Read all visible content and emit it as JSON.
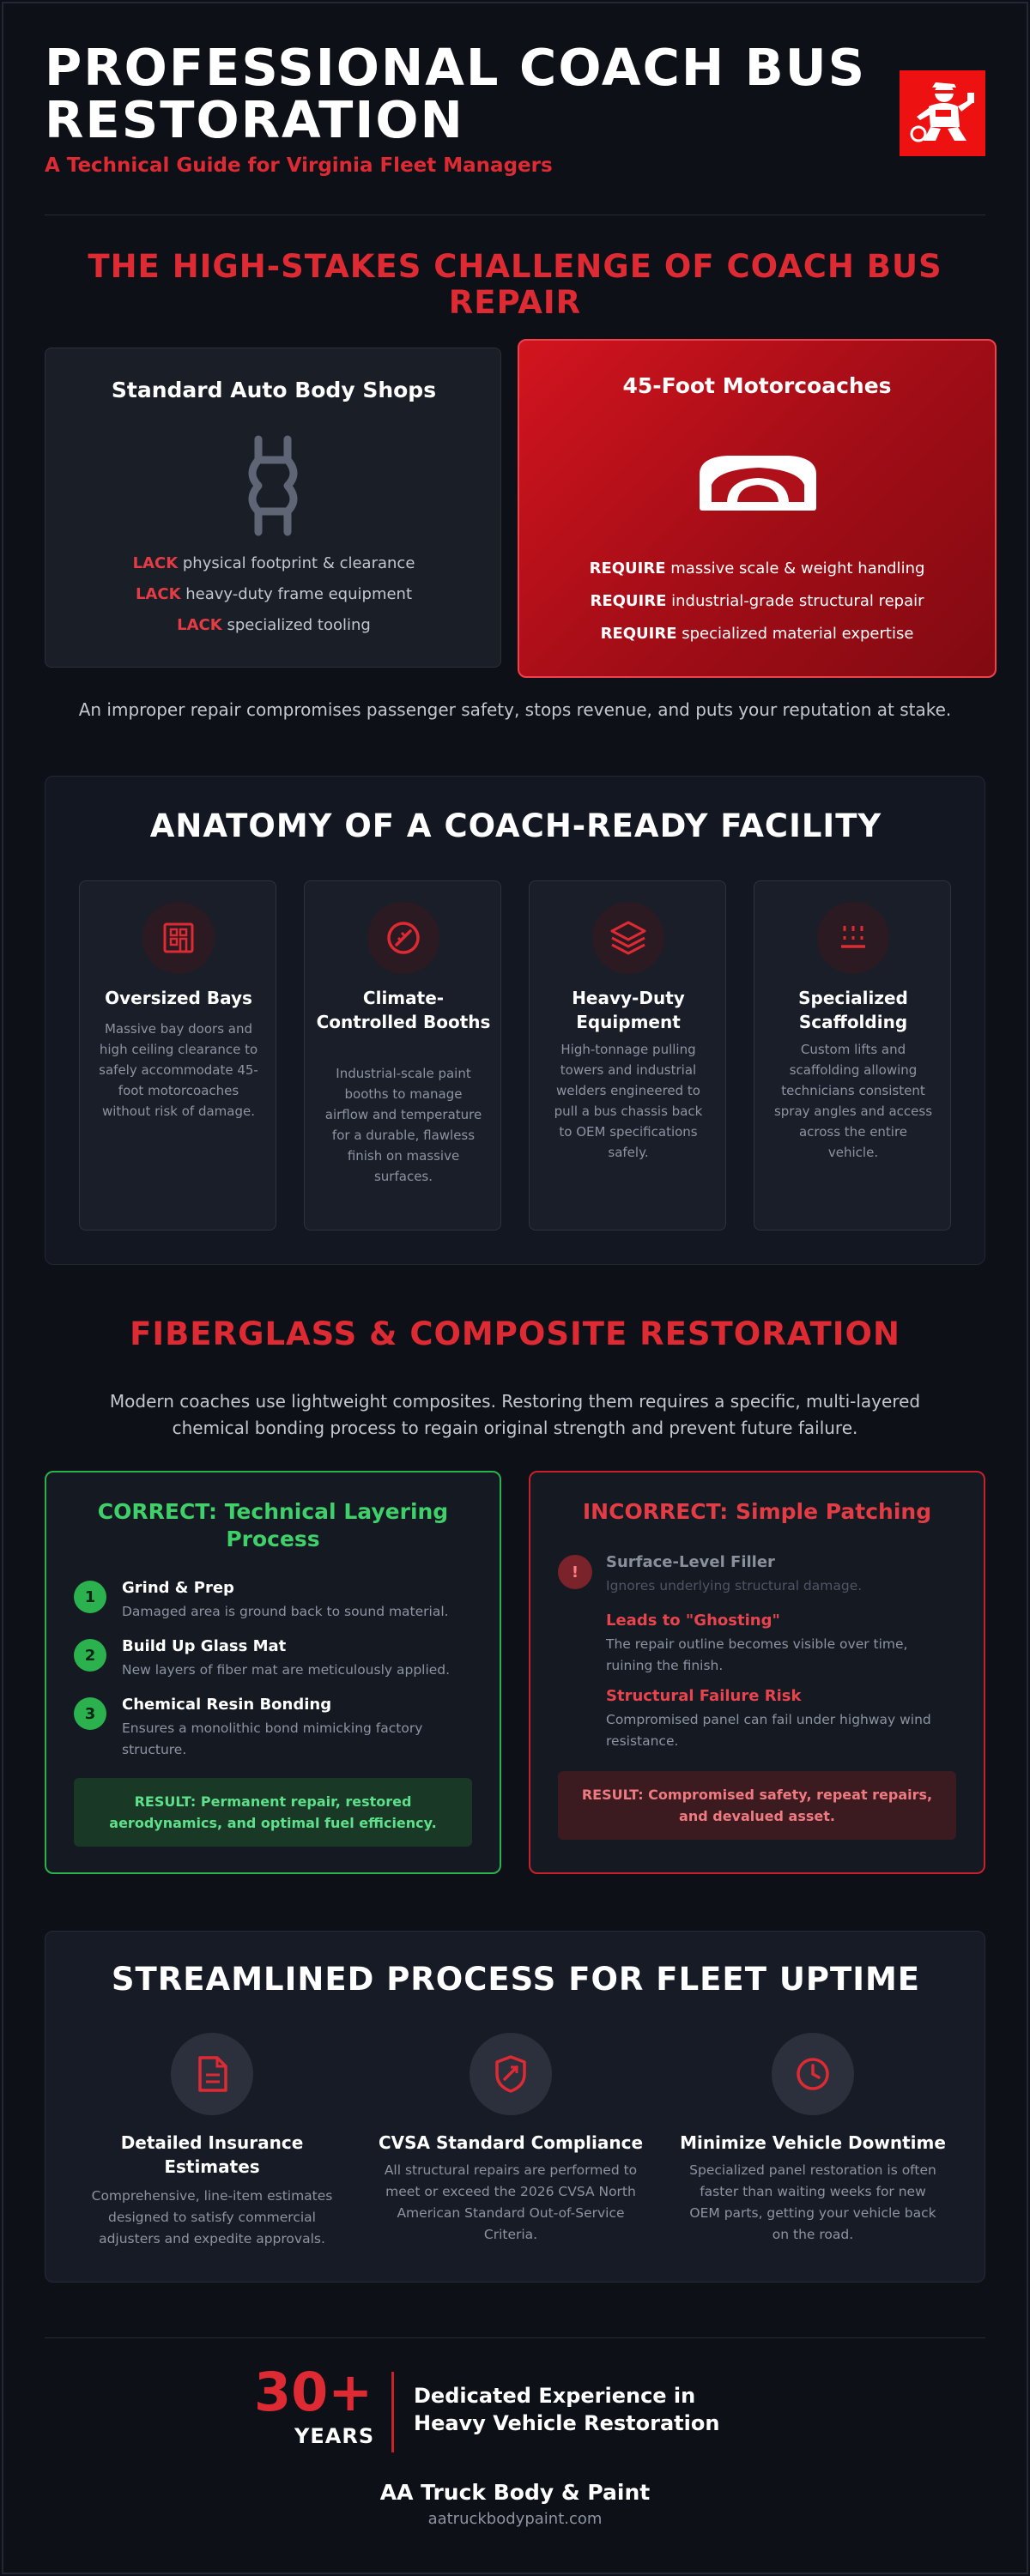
{
  "header": {
    "title": "PROFESSIONAL COACH BUS RESTORATION",
    "subtitle": "A Technical Guide for Virginia Fleet Managers",
    "logo_icon": "mascot-logo-icon"
  },
  "challenge": {
    "title": "THE HIGH-STAKES CHALLENGE OF COACH BUS REPAIR",
    "shops_card": {
      "title": "Standard Auto Body Shops",
      "icon": "wrench-icon",
      "lines": [
        {
          "keyword": "LACK",
          "text": "physical footprint & clearance"
        },
        {
          "keyword": "LACK",
          "text": "heavy-duty frame equipment"
        },
        {
          "keyword": "LACK",
          "text": "specialized tooling"
        }
      ]
    },
    "coach_card": {
      "title": "45-Foot Motorcoaches",
      "icon": "bus-icon",
      "lines": [
        {
          "keyword": "REQUIRE",
          "text": "massive scale & weight handling"
        },
        {
          "keyword": "REQUIRE",
          "text": "industrial-grade structural repair"
        },
        {
          "keyword": "REQUIRE",
          "text": "specialized material expertise"
        }
      ]
    },
    "stakes_text": "An improper repair compromises passenger safety, stops revenue, and puts your reputation at stake."
  },
  "anatomy": {
    "title": "ANATOMY OF A COACH-READY FACILITY",
    "features": [
      {
        "title": "Oversized Bays",
        "icon": "building-icon",
        "desc": "Massive bay doors and high ceiling clearance to safely accommodate 45-foot motorcoaches without risk of damage."
      },
      {
        "title": "Climate-Controlled Booths",
        "icon": "spray-gauge-icon",
        "desc": "Industrial-scale paint booths to manage airflow and temperature for a durable, flawless finish on massive surfaces."
      },
      {
        "title": "Heavy-Duty Equipment",
        "icon": "layers-icon",
        "desc": "High-tonnage pulling towers and industrial welders engineered to pull a bus chassis back to OEM specifications safely."
      },
      {
        "title": "Specialized Scaffolding",
        "icon": "scaffold-icon",
        "desc": "Custom lifts and scaffolding allowing technicians consistent spray angles and access across the entire vehicle."
      }
    ]
  },
  "fiberglass": {
    "title": "FIBERGLASS & COMPOSITE RESTORATION",
    "intro": "Modern coaches use lightweight composites. Restoring them requires a specific, multi-layered chemical bonding process to regain original strength and prevent future failure.",
    "correct": {
      "title": "CORRECT: Technical Layering Process",
      "steps": [
        {
          "num": "1",
          "title": "Grind & Prep",
          "desc": "Damaged area is ground back to sound material."
        },
        {
          "num": "2",
          "title": "Build Up Glass Mat",
          "desc": "New layers of fiber mat are meticulously applied."
        },
        {
          "num": "3",
          "title": "Chemical Resin Bonding",
          "desc": "Ensures a monolithic bond mimicking factory structure."
        }
      ],
      "result": "RESULT: Permanent repair, restored aerodynamics, and optimal fuel efficiency."
    },
    "incorrect": {
      "title": "INCORRECT: Simple Patching",
      "warning_glyph": "!",
      "items": [
        {
          "title": "Surface-Level Filler",
          "desc": "Ignores underlying structural damage."
        },
        {
          "title": "Leads to \"Ghosting\"",
          "desc": "The repair outline becomes visible over time, ruining the finish."
        },
        {
          "title": "Structural Failure Risk",
          "desc": "Compromised panel can fail under highway wind resistance."
        }
      ],
      "result": "RESULT: Compromised safety, repeat repairs, and devalued asset."
    }
  },
  "process": {
    "title": "STREAMLINED PROCESS FOR FLEET UPTIME",
    "items": [
      {
        "title": "Detailed Insurance Estimates",
        "icon": "document-icon",
        "desc": "Comprehensive, line-item estimates designed to satisfy commercial adjusters and expedite approvals."
      },
      {
        "title": "CVSA Standard Compliance",
        "icon": "shield-check-icon",
        "desc": "All structural repairs are performed to meet or exceed the 2026 CVSA North American Standard Out-of-Service Criteria."
      },
      {
        "title": "Minimize Vehicle Downtime",
        "icon": "clock-icon",
        "desc": "Specialized panel restoration is often faster than waiting weeks for new OEM parts, getting your vehicle back on the road."
      }
    ]
  },
  "footer": {
    "number": "30+",
    "number_label": "YEARS",
    "tagline": "Dedicated Experience in Heavy Vehicle Restoration",
    "company": "AA Truck Body & Paint",
    "website": "aatruckbodypaint.com"
  },
  "colors": {
    "background": "#0d1017",
    "accent_red": "#dd2a33",
    "accent_green": "#2bb24f",
    "card": "#1a1e27"
  }
}
